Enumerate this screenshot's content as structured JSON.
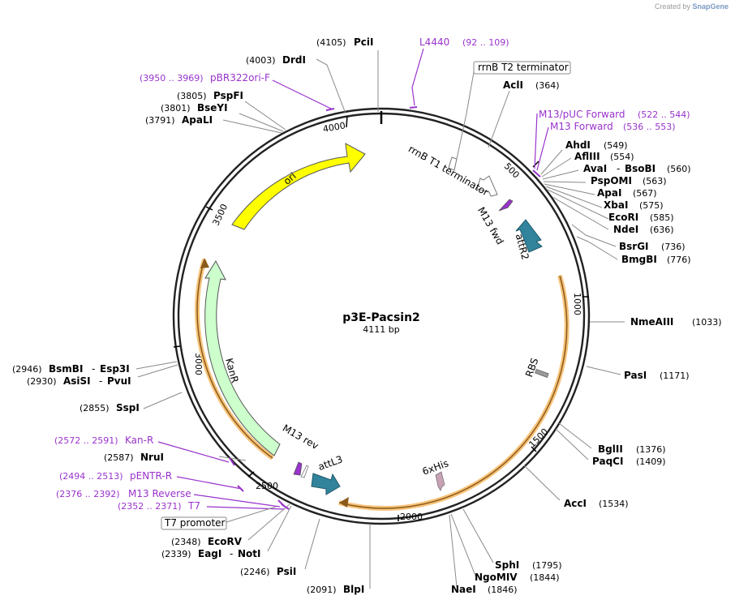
{
  "credit": {
    "prefix": "Created by",
    "brand": "SnapGene"
  },
  "plasmid": {
    "name": "p3E-Pacsin2",
    "size_text": "4111 bp",
    "length": 4111
  },
  "ticks": [
    "500",
    "1000",
    "1500",
    "2000",
    "2500",
    "3000",
    "3500",
    "4000"
  ],
  "features": {
    "ori": "ori",
    "kanr": "KanR",
    "attR2": "attR2",
    "attL3": "attL3",
    "m13fwd": "M13 fwd",
    "m13rev": "M13 rev",
    "rrnbT1": "rrnB T1 terminator",
    "rrnbT2": "rrnB T2 terminator",
    "rbs": "RBS",
    "his": "6xHis",
    "t7prom": "T7 promoter"
  },
  "enzymes": [
    {
      "name": "PciI",
      "pos": "(4105)"
    },
    {
      "name": "DrdI",
      "pos": "(4003)"
    },
    {
      "name": "PspFI",
      "pos": "(3805)"
    },
    {
      "name": "BseYI",
      "pos": "(3801)"
    },
    {
      "name": "ApaLI",
      "pos": "(3791)"
    },
    {
      "name": "AclI",
      "pos": "(364)"
    },
    {
      "name": "AhdI",
      "pos": "(549)"
    },
    {
      "name": "AflIII",
      "pos": "(554)"
    },
    {
      "name": "AvaI",
      "name2": "BsoBI",
      "pos": "(560)"
    },
    {
      "name": "PspOMI",
      "pos": "(563)"
    },
    {
      "name": "ApaI",
      "pos": "(567)"
    },
    {
      "name": "XbaI",
      "pos": "(575)"
    },
    {
      "name": "EcoRI",
      "pos": "(585)"
    },
    {
      "name": "NdeI",
      "pos": "(636)"
    },
    {
      "name": "BsrGI",
      "pos": "(736)"
    },
    {
      "name": "BmgBI",
      "pos": "(776)"
    },
    {
      "name": "NmeAIII",
      "pos": "(1033)"
    },
    {
      "name": "PasI",
      "pos": "(1171)"
    },
    {
      "name": "BglII",
      "pos": "(1376)"
    },
    {
      "name": "PaqCI",
      "pos": "(1409)"
    },
    {
      "name": "AccI",
      "pos": "(1534)"
    },
    {
      "name": "SphI",
      "pos": "(1795)"
    },
    {
      "name": "NgoMIV",
      "pos": "(1844)"
    },
    {
      "name": "NaeI",
      "pos": "(1846)"
    },
    {
      "name": "BlpI",
      "pos": "(2091)"
    },
    {
      "name": "PsiI",
      "pos": "(2246)"
    },
    {
      "name": "EagI",
      "name2": "NotI",
      "pos": "(2339)"
    },
    {
      "name": "EcoRV",
      "pos": "(2348)"
    },
    {
      "name": "NruI",
      "pos": "(2587)"
    },
    {
      "name": "SspI",
      "pos": "(2855)"
    },
    {
      "name": "AsiSI",
      "name2": "PvuI",
      "pos": "(2930)"
    },
    {
      "name": "BsmBI",
      "name2": "Esp3I",
      "pos": "(2946)"
    }
  ],
  "primers": [
    {
      "name": "L4440",
      "range": "(92 .. 109)"
    },
    {
      "name": "pBR322ori-F",
      "range": "(3950 .. 3969)"
    },
    {
      "name": "M13/pUC Forward",
      "range": "(522 .. 544)"
    },
    {
      "name": "M13 Forward",
      "range": "(536 .. 553)"
    },
    {
      "name": "Kan-R",
      "range": "(2572 .. 2591)"
    },
    {
      "name": "pENTR-R",
      "range": "(2494 .. 2513)"
    },
    {
      "name": "M13 Reverse",
      "range": "(2376 .. 2392)"
    },
    {
      "name": "T7",
      "range": "(2352 .. 2371)"
    }
  ],
  "colors": {
    "backbone": "#222222",
    "ori": "#ffff00",
    "kanr": "#ccffcc",
    "att": "#31849b",
    "primer": "#9933cc",
    "orf_outline": "#f7c37a",
    "rbs": "#999999",
    "his": "#c8a2b4"
  }
}
